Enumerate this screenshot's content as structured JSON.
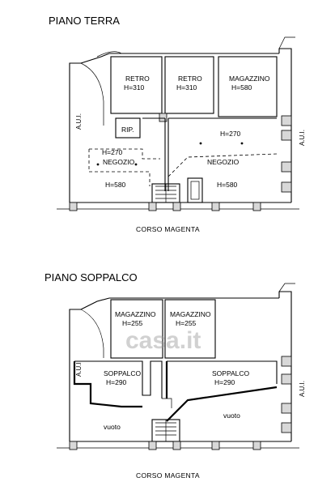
{
  "ground_floor": {
    "title": "PIANO TERRA",
    "side_label_left": "A.U.I.",
    "side_label_right": "A.U.I.",
    "rooms": {
      "retro_1_name": "RETRO",
      "retro_1_height": "H=310",
      "retro_2_name": "RETRO",
      "retro_2_height": "H=310",
      "magazzino_name": "MAGAZZINO",
      "magazzino_height": "H=580",
      "rip_name": "RIP.",
      "negozio_left_height_top": "H=270",
      "negozio_left_name": "NEGOZIO",
      "negozio_left_height_bottom": "H=580",
      "negozio_right_height_top": "H=270",
      "negozio_right_name": "NEGOZIO",
      "negozio_right_height_bottom": "H=580"
    },
    "street": "CORSO MAGENTA"
  },
  "mezzanine_floor": {
    "title": "PIANO SOPPALCO",
    "side_label_left": "A.U.I.",
    "side_label_right": "A.U.I.",
    "rooms": {
      "magazzino_1_name": "MAGAZZINO",
      "magazzino_1_height": "H=255",
      "magazzino_2_name": "MAGAZZINO",
      "magazzino_2_height": "H=255",
      "soppalco_left_name": "SOPPALCO",
      "soppalco_left_height": "H=290",
      "soppalco_right_name": "SOPPALCO",
      "soppalco_right_height": "H=290",
      "vuoto_left": "vuoto",
      "vuoto_right": "vuoto"
    },
    "street": "CORSO MAGENTA"
  },
  "watermark": "casa.it"
}
